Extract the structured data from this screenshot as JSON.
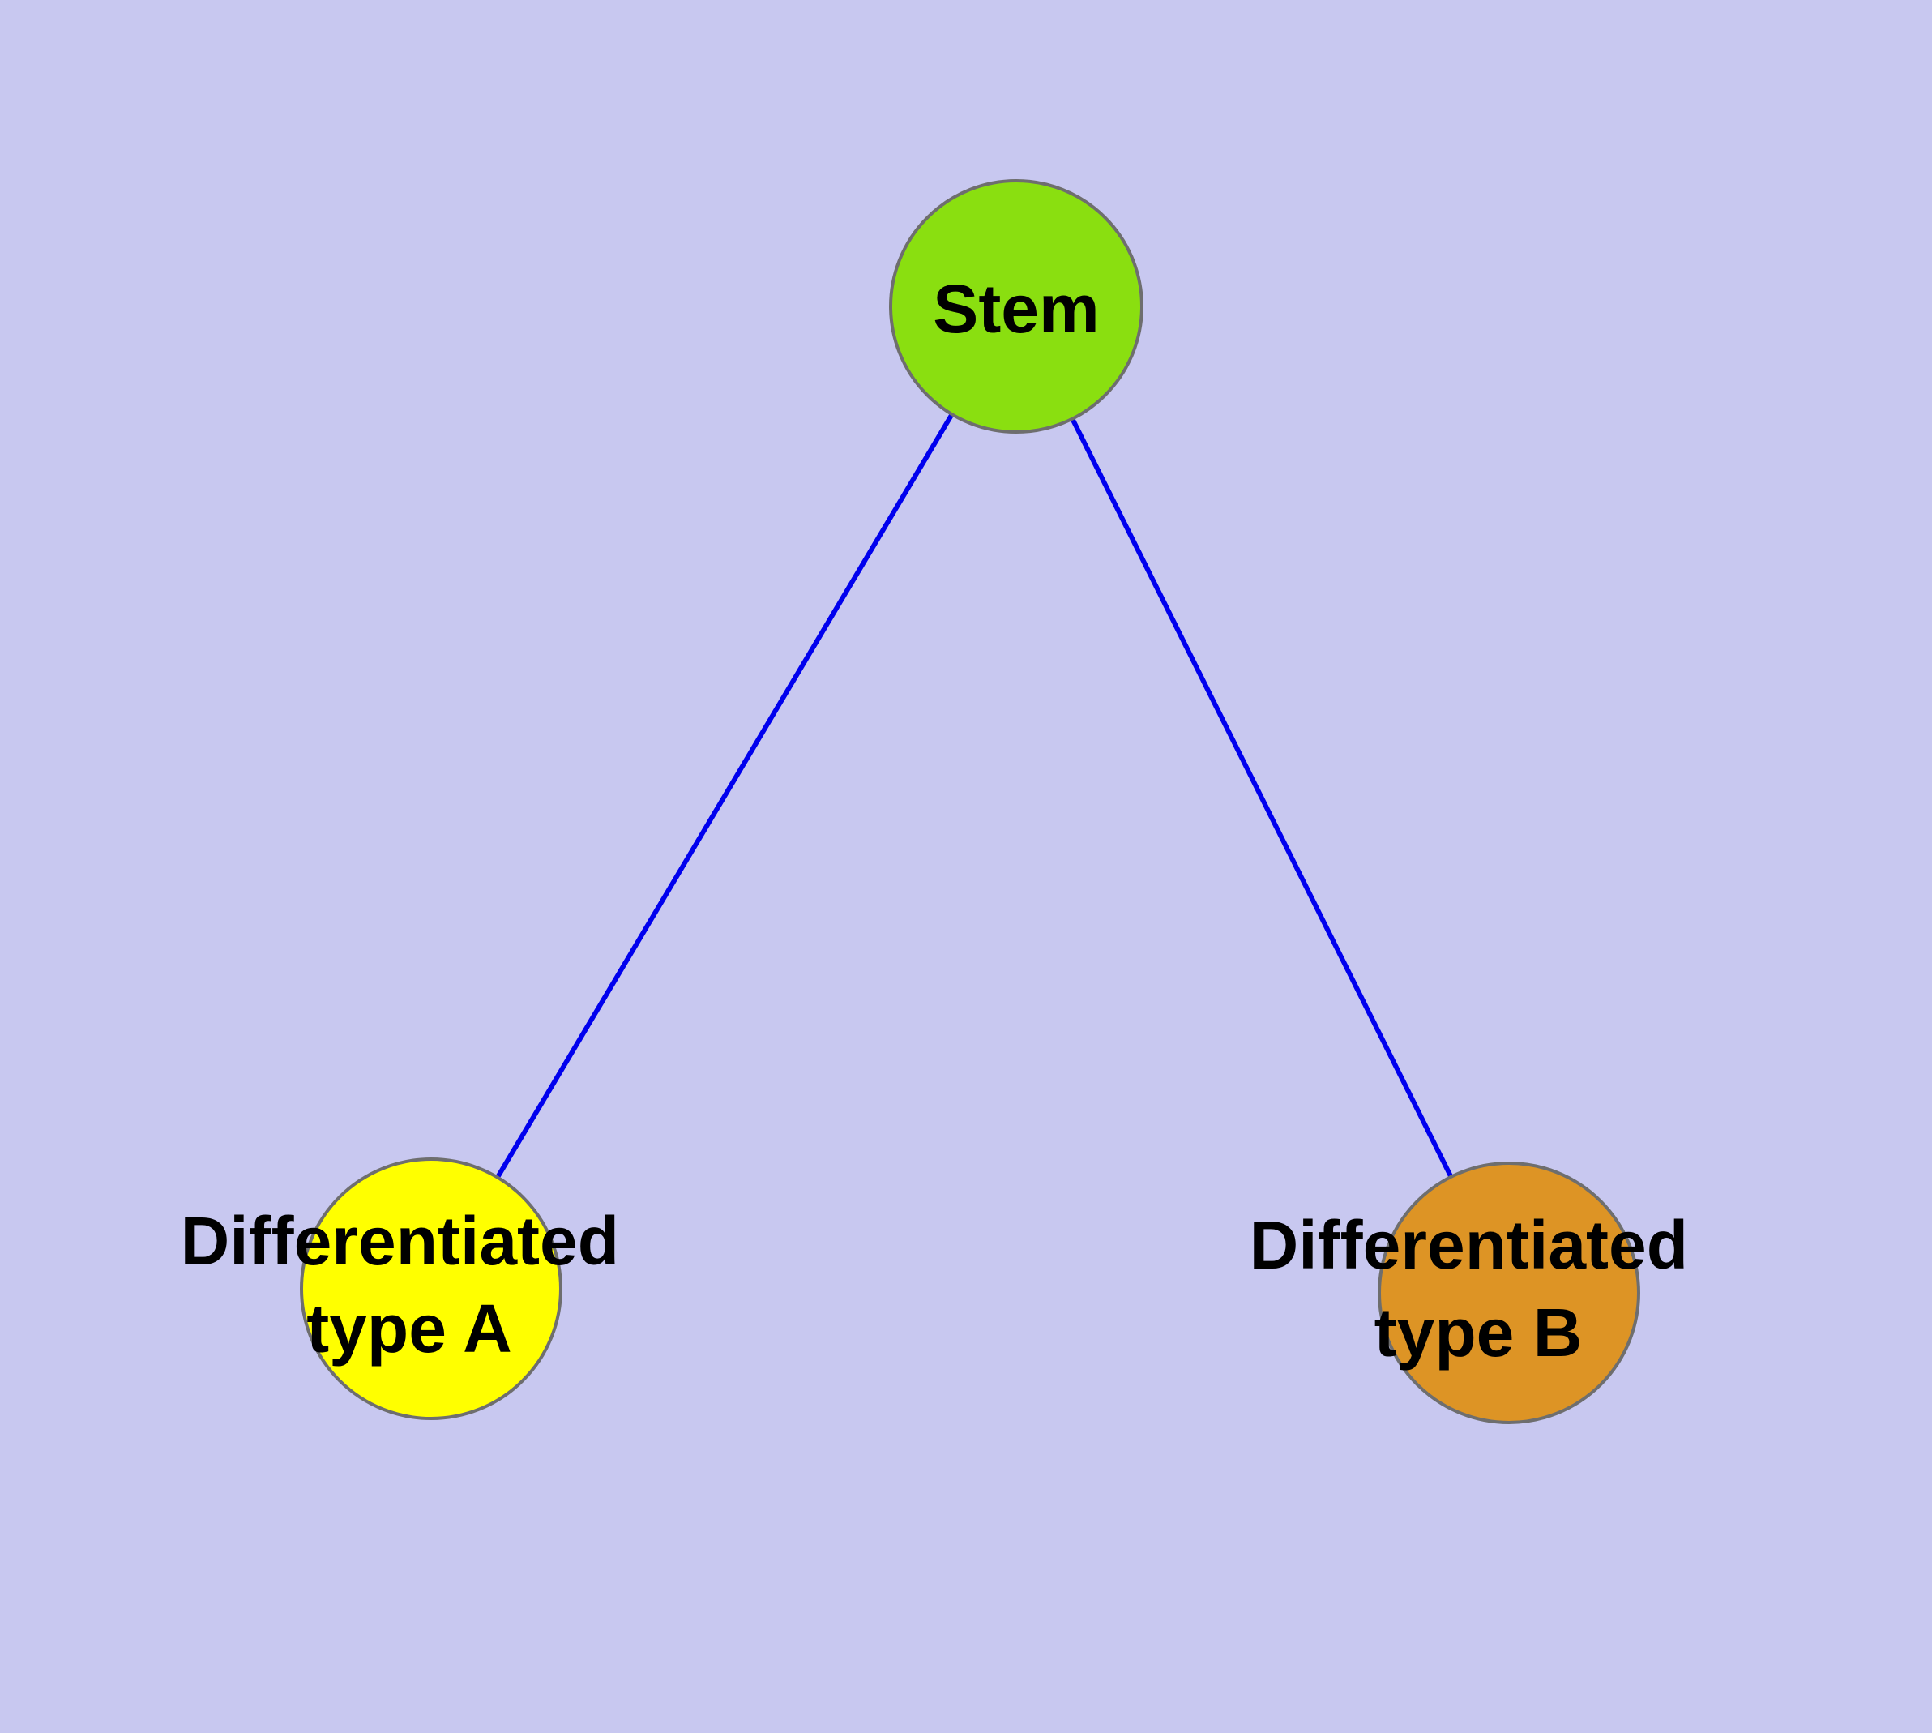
{
  "diagram": {
    "background_color": "#c8c8f0",
    "edge_color": "#0000ee",
    "node_border_color": "#6e6e6e",
    "label_color": "#000000",
    "nodes": [
      {
        "id": "stem",
        "label": "Stem",
        "color": "#8adf10"
      },
      {
        "id": "type-a",
        "label_line1": "Differentiated",
        "label_line2": "type A",
        "color": "#ffff00"
      },
      {
        "id": "type-b",
        "label_line1": "Differentiated",
        "label_line2": "type B",
        "color": "#dd9425"
      }
    ],
    "edges": [
      {
        "from": "Stem",
        "to": "Differentiated type A"
      },
      {
        "from": "Stem",
        "to": "Differentiated type B"
      }
    ]
  }
}
